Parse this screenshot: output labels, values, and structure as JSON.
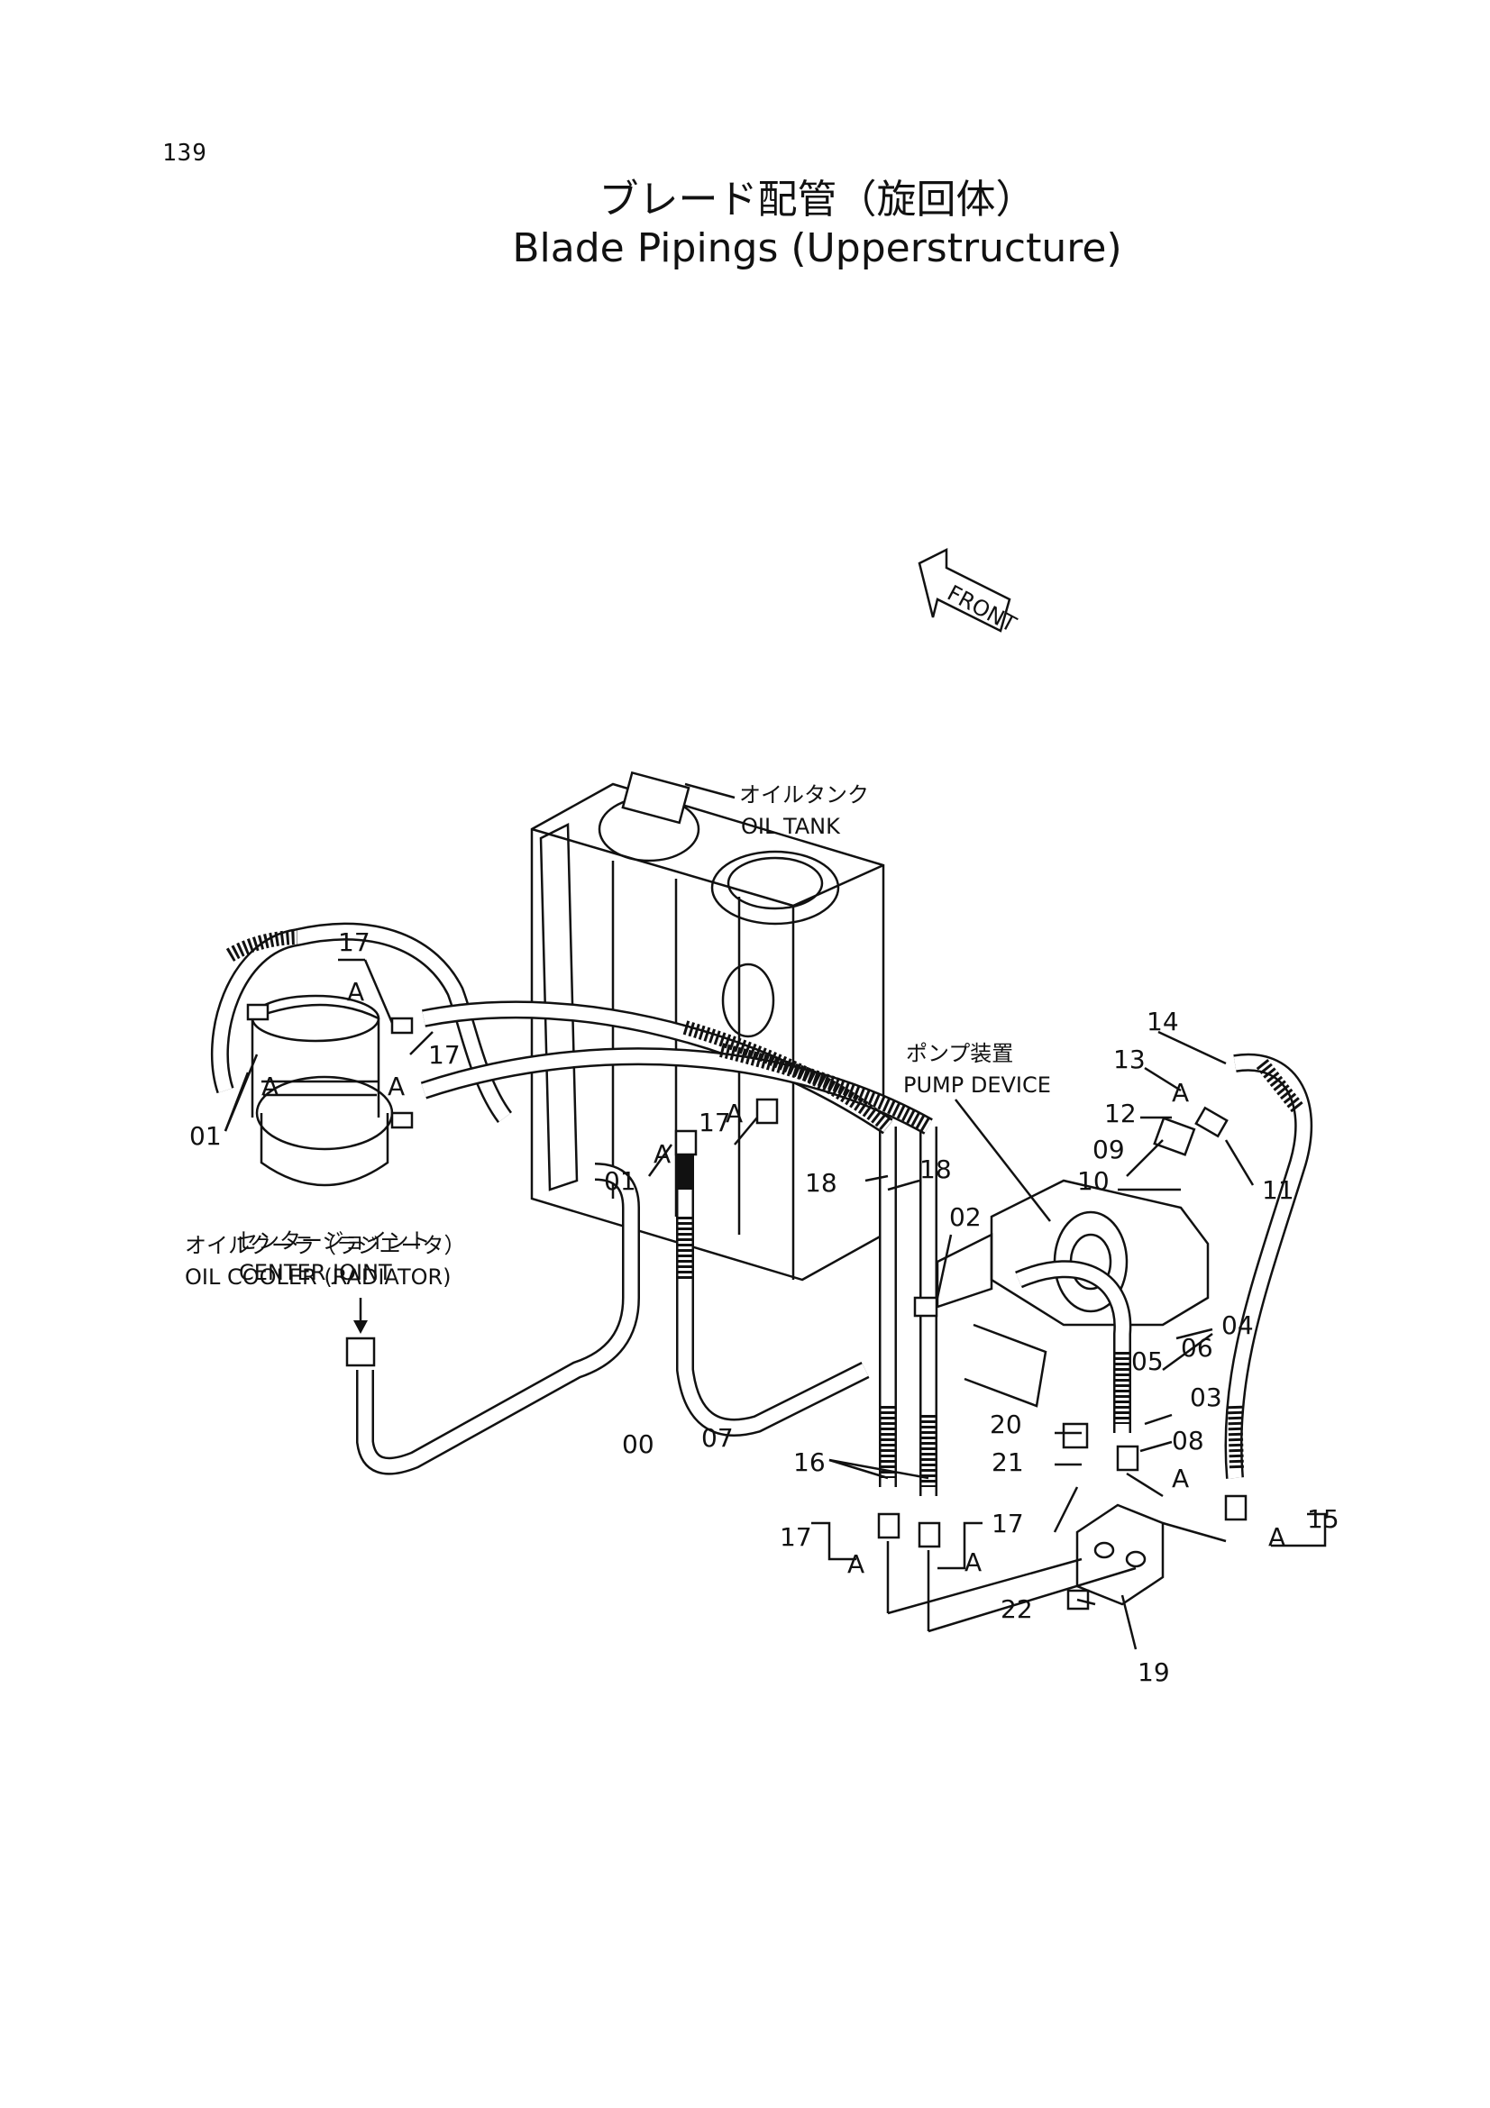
{
  "page_number": "139",
  "title_jp": "ブレード配管（旋回体）",
  "title_en": "Blade Pipings (Upperstructure)",
  "front_label": "FRONT",
  "labels": {
    "oil_tank_jp": "オイルタンク",
    "oil_tank_en": "OIL TANK",
    "pump_device_jp": "ポンプ装置",
    "pump_device_en": "PUMP DEVICE",
    "center_joint_jp": "センタージョイント",
    "center_joint_en": "CENTER JOINT",
    "oil_cooler_jp": "オイルクーラ（ラジエータ）",
    "oil_cooler_en": "OIL COOLER (RADIATOR)"
  },
  "callouts": {
    "c00": "00",
    "c01a": "01",
    "c01b": "01",
    "c02": "02",
    "c03": "03",
    "c04": "04",
    "c05": "05",
    "c06": "06",
    "c07": "07",
    "c08": "08",
    "c09": "09",
    "c10": "10",
    "c11": "11",
    "c12": "12",
    "c13": "13",
    "c14": "14",
    "c15": "15",
    "c16": "16",
    "c17a": "17",
    "c17b": "17",
    "c17c": "17",
    "c17d": "17",
    "c17e": "17",
    "c18a": "18",
    "c18b": "18",
    "c19": "19",
    "c20": "20",
    "c21": "21",
    "c22": "22"
  },
  "a_marker": "A"
}
